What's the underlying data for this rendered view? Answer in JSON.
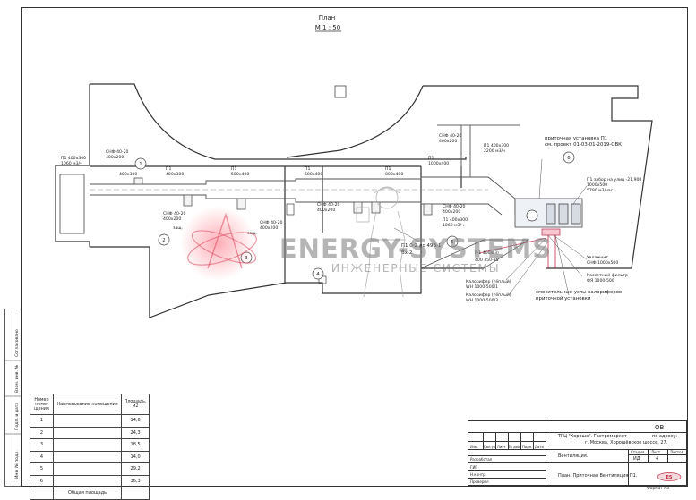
{
  "sheet": {
    "title": "План",
    "scale": "М 1 : 50"
  },
  "rooms": [
    "1",
    "2",
    "3",
    "4",
    "5",
    "6"
  ],
  "callouts": {
    "p1_start": [
      "П1  400х300",
      "1060 м3/ч"
    ],
    "snp_a": [
      "СНФ 40-20",
      "400х200"
    ],
    "p1_duct_a": "400х300",
    "p1_b": [
      "П1",
      "400х300"
    ],
    "p1_c": [
      "П1",
      "500х400"
    ],
    "p1_d": [
      "П1",
      "600х400"
    ],
    "p1_e": [
      "П1",
      "800х400"
    ],
    "p1_f": [
      "П1",
      "1000х400"
    ],
    "snp_b": [
      "СНФ 40-20",
      "400х200"
    ],
    "p1_g": [
      "П1  400х300",
      "2200 м3/ч"
    ],
    "snp_c": [
      "СНФ 40-20",
      "400х200"
    ],
    "snp_d": [
      "СНФ 40-20",
      "400х200"
    ],
    "snp_e": [
      "СНФ 40-20",
      "400х200"
    ],
    "snp_f": [
      "СНФ 40-20",
      "400х200"
    ],
    "p1_h": [
      "П1  400х300",
      "1060 м3/ч"
    ],
    "ahu_note": [
      "приточная установка П1",
      "см. проект 01-03-01-2019-ОВК"
    ],
    "p1_inlet": [
      "П1 забор на улиц -21,900",
      "1000х500",
      "5790 м3/час"
    ],
    "lower_note": [
      "П1  0-2 до 49В-1",
      "Вх-2"
    ],
    "lower_ducts": [
      "Р-1 400х(3)",
      "400 350-35"
    ],
    "hatch_label": "защ.",
    "hatch_label2": "защ.",
    "equip_1": [
      "Увлажнит.",
      "СНФ 1000х500"
    ],
    "equip_2": [
      "Кассетный фильтр",
      "ФЯ 1000-500"
    ],
    "heater_1": [
      "Калорифер (тёплый)",
      "WH 1000-500/1"
    ],
    "heater_2": [
      "Калорифер (тёплый)",
      "WH 1000-500/3"
    ],
    "mixing_note": [
      "смесительные узлы калориферов",
      "приточной установки"
    ]
  },
  "room_table": {
    "headers": [
      "Номер поме-щения",
      "Наименование помещения",
      "Площадь, м2"
    ],
    "rows": [
      {
        "num": "1",
        "name": "",
        "area": "14,6"
      },
      {
        "num": "2",
        "name": "",
        "area": "24,3"
      },
      {
        "num": "3",
        "name": "",
        "area": "18,5"
      },
      {
        "num": "4",
        "name": "",
        "area": "14,0"
      },
      {
        "num": "5",
        "name": "",
        "area": "29,2"
      },
      {
        "num": "6",
        "name": "",
        "area": "36,3"
      }
    ],
    "total_label": "Общая площадь"
  },
  "title_block": {
    "code": "ОВ",
    "object": "ТРЦ \"Хорошо\". Гастромаркет",
    "address_label": "по адресу:",
    "address": "г. Москва, Хорошёвское шоссе, 27.",
    "section": "Вентиляция.",
    "sheet_name": "План. Приточная Вентиляция П1.",
    "stage_label": "Стадия",
    "sheet_label": "Лист",
    "sheets_label": "Листов",
    "stage": "ИД",
    "sheet_no": "4",
    "format": "Формат  А3",
    "col_labels": [
      "Изм.",
      "Кол.уч",
      "Лист",
      "№ док.",
      "Подп.",
      "Дата"
    ],
    "role_labels": [
      "Разработал",
      "ГИП",
      "Н.контр.",
      "Проверил"
    ],
    "logo_text": "ES"
  },
  "binding": [
    "Инв. № подл.",
    "Подп. и дата",
    "Взам. инв. №",
    "Согласовано"
  ],
  "watermark": {
    "brand": "ENERGY-SYSTEMS",
    "tagline": "ИНЖЕНЕРНЫЕ СИСТЕМЫ"
  }
}
